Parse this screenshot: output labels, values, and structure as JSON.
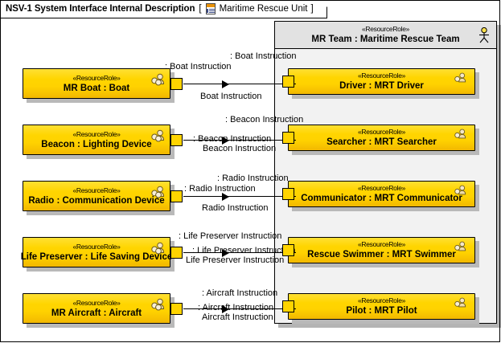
{
  "frame": {
    "title": "NSV-1 System Interface Internal Description",
    "bracket_open": "[",
    "bracket_close": "]",
    "subject": "Maritime Rescue Unit",
    "subject_icon": "report-document-icon"
  },
  "container": {
    "stereotype": "«ResourceRole»",
    "name": "MR Team : Maritime Rescue Team",
    "actor_icon": "actor-stick-figure-icon"
  },
  "left_parts": [
    {
      "stereotype": "«ResourceRole»",
      "name": "MR Boat : Boat",
      "icon": "resource-role-icon"
    },
    {
      "stereotype": "«ResourceRole»",
      "name": "Beacon : Lighting Device",
      "icon": "resource-role-icon"
    },
    {
      "stereotype": "«ResourceRole»",
      "name": "Radio : Communication Device",
      "icon": "resource-role-icon"
    },
    {
      "stereotype": "«ResourceRole»",
      "name": "Life Preserver : Life Saving Device",
      "icon": "resource-role-icon"
    },
    {
      "stereotype": "«ResourceRole»",
      "name": "MR Aircraft : Aircraft",
      "icon": "resource-role-icon"
    }
  ],
  "right_parts": [
    {
      "stereotype": "«ResourceRole»",
      "name": "Driver : MRT Driver",
      "icon": "resource-role-icon"
    },
    {
      "stereotype": "«ResourceRole»",
      "name": "Searcher : MRT Searcher",
      "icon": "resource-role-icon"
    },
    {
      "stereotype": "«ResourceRole»",
      "name": "Communicator : MRT Communicator",
      "icon": "resource-role-icon"
    },
    {
      "stereotype": "«ResourceRole»",
      "name": "Rescue Swimmer : MRT Swimmer",
      "icon": "resource-role-icon"
    },
    {
      "stereotype": "«ResourceRole»",
      "name": "Pilot : MRT Pilot",
      "icon": "resource-role-icon"
    }
  ],
  "connectors": [
    {
      "top_label": ": Boat Instruction",
      "source_label": ": Boat Instruction",
      "bottom_label": "Boat Instruction"
    },
    {
      "top_label": ": Beacon Instruction",
      "source_label": ": Beacon Instruction",
      "bottom_label": "Beacon Instruction"
    },
    {
      "top_label": ": Radio Instruction",
      "source_label": ": Radio Instruction",
      "bottom_label": "Radio Instruction"
    },
    {
      "top_label": ": Life Preserver Instruction",
      "source_label": ": Life Preserver Instruction",
      "bottom_label": "Life Preserver Instruction"
    },
    {
      "top_label": ": Aircraft Instruction",
      "source_label": ": Aircraft Instruction",
      "bottom_label": "Aircraft Instruction"
    }
  ],
  "colors": {
    "part_fill": "#ffd400",
    "container_fill": "#f2f2f2",
    "container_header_fill": "#e2e2e2",
    "line": "#000000",
    "doc_icon_accent": "#e8920a"
  }
}
